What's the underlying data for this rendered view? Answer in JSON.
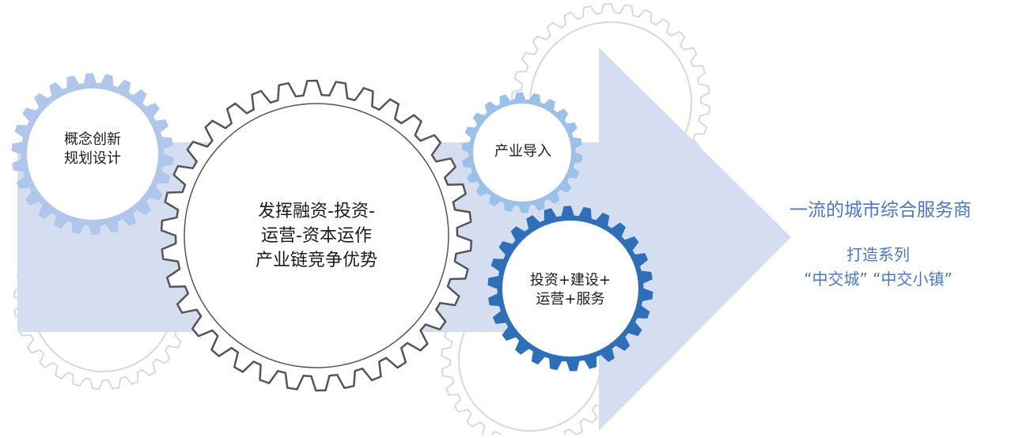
{
  "gears": [
    {
      "name": "gear-concept-design",
      "lines": [
        "概念创新",
        "规划设计"
      ],
      "color": "#b0c6ea"
    },
    {
      "name": "gear-investment-operation",
      "lines": [
        "发挥融资-投资-",
        "运营-资本运作",
        "产业链竞争优势"
      ],
      "color": "#555555"
    },
    {
      "name": "gear-industry-introduction",
      "lines": [
        "产业导入"
      ],
      "color": "#9cc1e8"
    },
    {
      "name": "gear-investment-construction-service",
      "lines": [
        "投资+建设+",
        "运营+服务"
      ],
      "color": "#2e6fb7"
    }
  ],
  "headline": "一流的城市综合服务商",
  "sub_line1": "打造系列",
  "sub_line2": "“中交城”  “中交小镇”",
  "colors": {
    "arrow": "#d4def0",
    "accent_text": "#4a78c0",
    "background_gear": "#d9d9d9"
  }
}
